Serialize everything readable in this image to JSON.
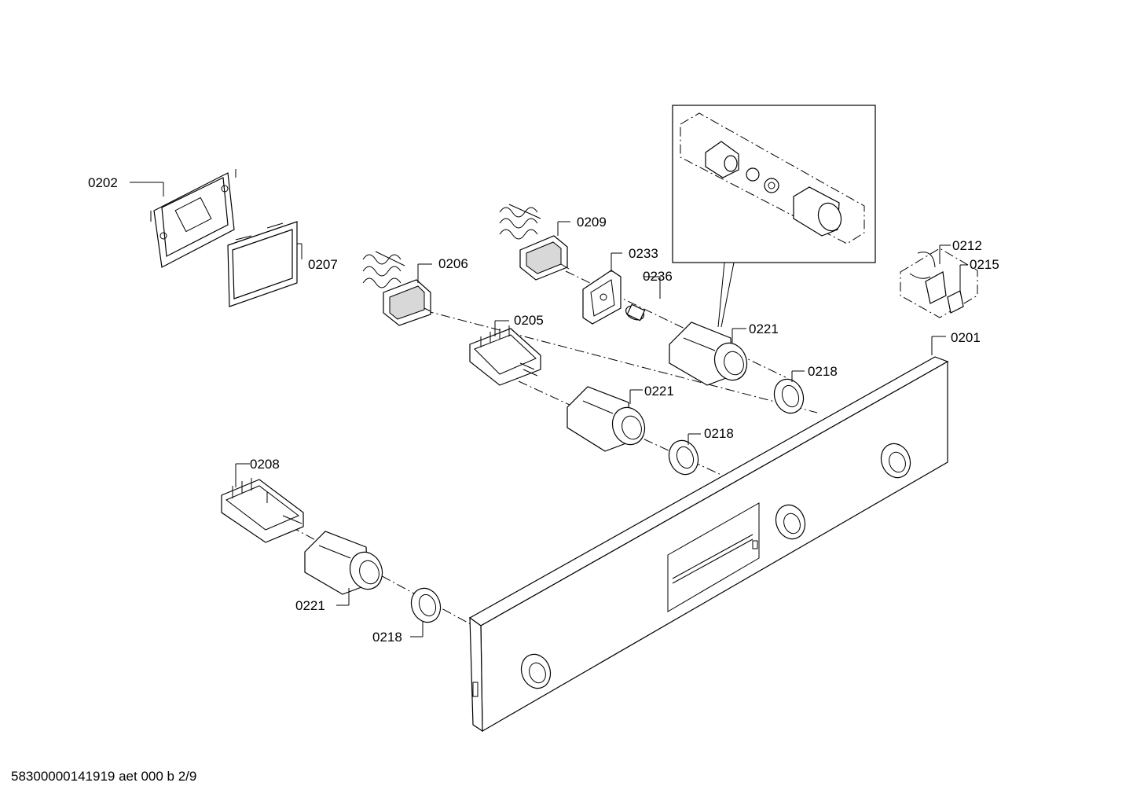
{
  "labels": {
    "p0202": "0202",
    "p0207": "0207",
    "p0206": "0206",
    "p0209": "0209",
    "p0233": "0233",
    "p0236": "0236",
    "p0205": "0205",
    "p0221_top": "0221",
    "p0221_mid": "0221",
    "p0221_low": "0221",
    "p0218_top": "0218",
    "p0218_mid": "0218",
    "p0218_low": "0218",
    "p0212": "0212",
    "p0215": "0215",
    "p0201": "0201",
    "p0208": "0208"
  },
  "footer": "58300000141919 aet 000 b 2/9"
}
